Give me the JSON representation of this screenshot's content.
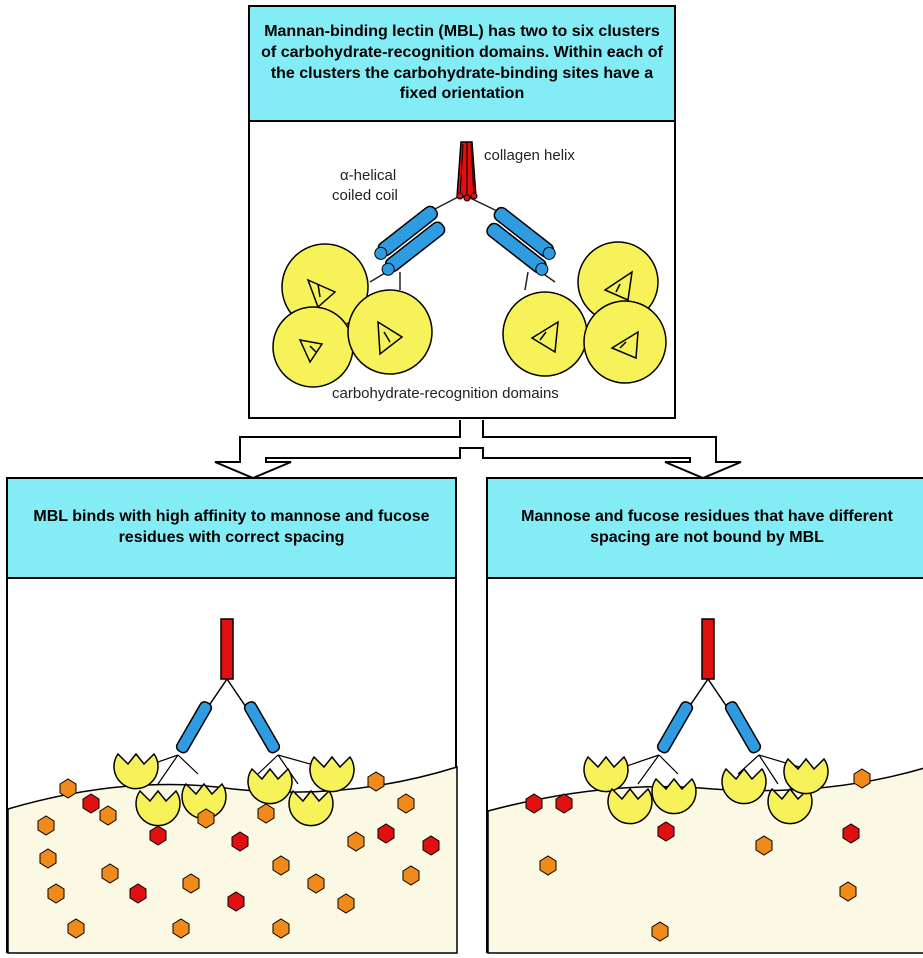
{
  "top_panel": {
    "header": "Mannan-binding lectin (MBL) has two to six clusters of carbohydrate-recognition domains. Within each of the clusters the carbohydrate-binding sites have a fixed orientation",
    "labels": {
      "collagen_helix": "collagen helix",
      "alpha_helical": "α-helical",
      "coiled_coil": "coiled coil",
      "crd": "carbohydrate-recognition domains"
    }
  },
  "left_panel": {
    "header": "MBL binds with high affinity to mannose and fucose residues with correct spacing"
  },
  "right_panel": {
    "header": "Mannose and fucose residues that have different spacing are not bound by MBL"
  },
  "colors": {
    "header_bg": "#84ecf5",
    "crd_yellow": "#f8f25a",
    "coil_blue": "#2f9be0",
    "collagen_red": "#e01010",
    "residue_orange": "#f08a1a",
    "residue_red": "#e01010",
    "surface": "#fbf8e4"
  },
  "icons": [
    "collagen-helix-icon",
    "coiled-coil-icon",
    "crd-sphere-icon",
    "residue-hexagon-icon",
    "arrow-down-icon"
  ]
}
